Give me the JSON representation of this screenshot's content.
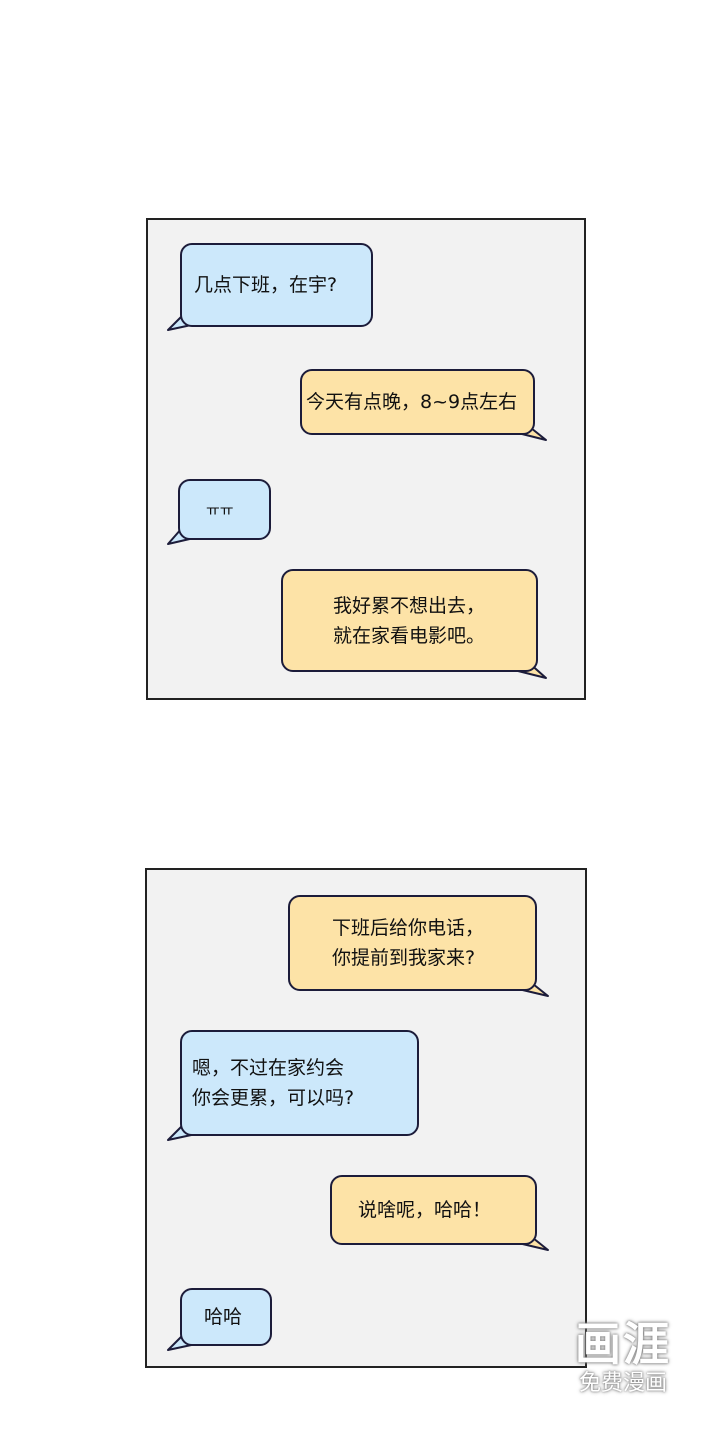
{
  "colors": {
    "panel_bg": "#f2f2f2",
    "blue_bubble": "#cce8fb",
    "yellow_bubble": "#fde3a7",
    "outline": "#1c1c3a"
  },
  "panels": [
    {
      "messages": [
        {
          "side": "left",
          "color": "blue",
          "text": "几点下班，在宇?"
        },
        {
          "side": "right",
          "color": "yellow",
          "text": "今天有点晚，8~9点左右"
        },
        {
          "side": "left",
          "color": "blue",
          "text": "ㅠㅠ"
        },
        {
          "side": "right",
          "color": "yellow",
          "text": "我好累不想出去，\n就在家看电影吧。"
        }
      ]
    },
    {
      "messages": [
        {
          "side": "right",
          "color": "yellow",
          "text": "下班后给你电话，\n你提前到我家来?"
        },
        {
          "side": "left",
          "color": "blue",
          "text": "嗯，不过在家约会\n你会更累，可以吗?"
        },
        {
          "side": "right",
          "color": "yellow",
          "text": "说啥呢，哈哈！"
        },
        {
          "side": "left",
          "color": "blue",
          "text": "哈哈"
        }
      ]
    }
  ],
  "watermark": {
    "logo": "画涯",
    "tagline": "免费漫画"
  }
}
